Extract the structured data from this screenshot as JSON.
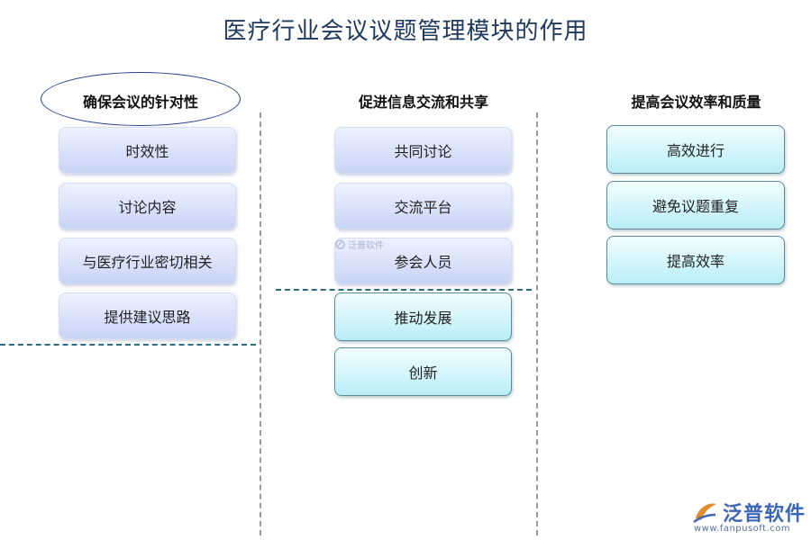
{
  "title": "医疗行业会议议题管理模块的作用",
  "columns": [
    {
      "header": "确保会议的针对性",
      "items": [
        "时效性",
        "讨论内容",
        "与医疗行业密切相关",
        "提供建议思路"
      ]
    },
    {
      "header": "促进信息交流和共享",
      "items": [
        "共同讨论",
        "交流平台",
        "参会人员",
        "推动发展",
        "创新"
      ]
    },
    {
      "header": "提高会议效率和质量",
      "items": [
        "高效进行",
        "避免议题重复",
        "提高效率"
      ]
    }
  ],
  "watermark": "泛普软件",
  "logo": {
    "name": "泛普软件",
    "url": "www.fanpusoft.com"
  }
}
